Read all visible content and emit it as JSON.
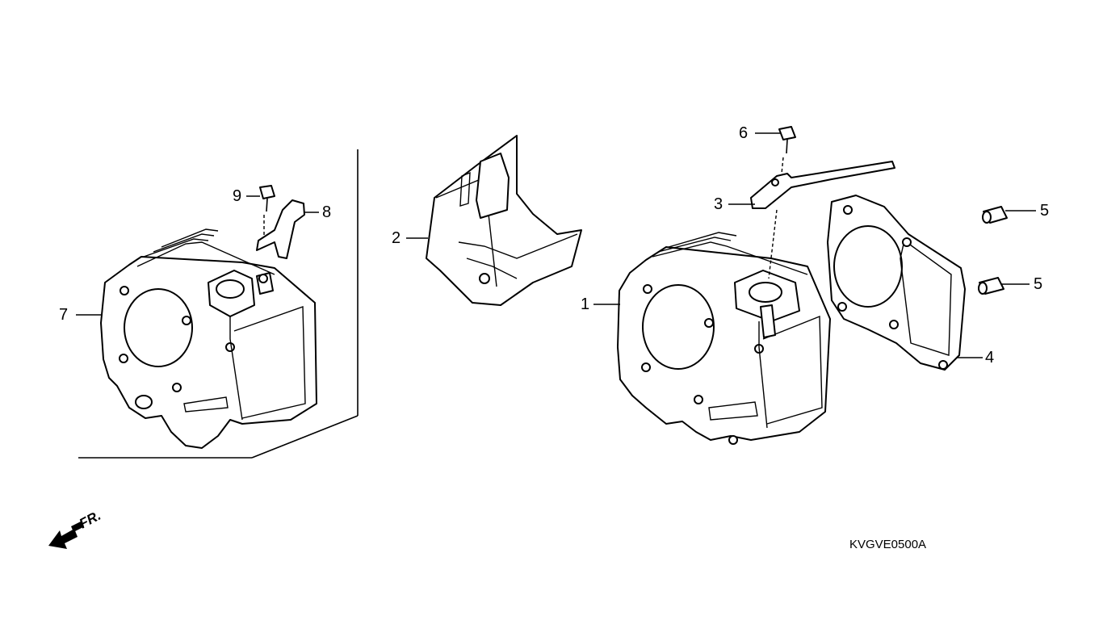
{
  "callouts": {
    "c1": "1",
    "c2": "2",
    "c3": "3",
    "c4": "4",
    "c5a": "5",
    "c5b": "5",
    "c6": "6",
    "c7": "7",
    "c8": "8",
    "c9": "9"
  },
  "front_marker": "FR.",
  "diagram_code": "KVGVE0500A",
  "icons": {
    "front_arrow": "front-direction-arrow-icon"
  }
}
